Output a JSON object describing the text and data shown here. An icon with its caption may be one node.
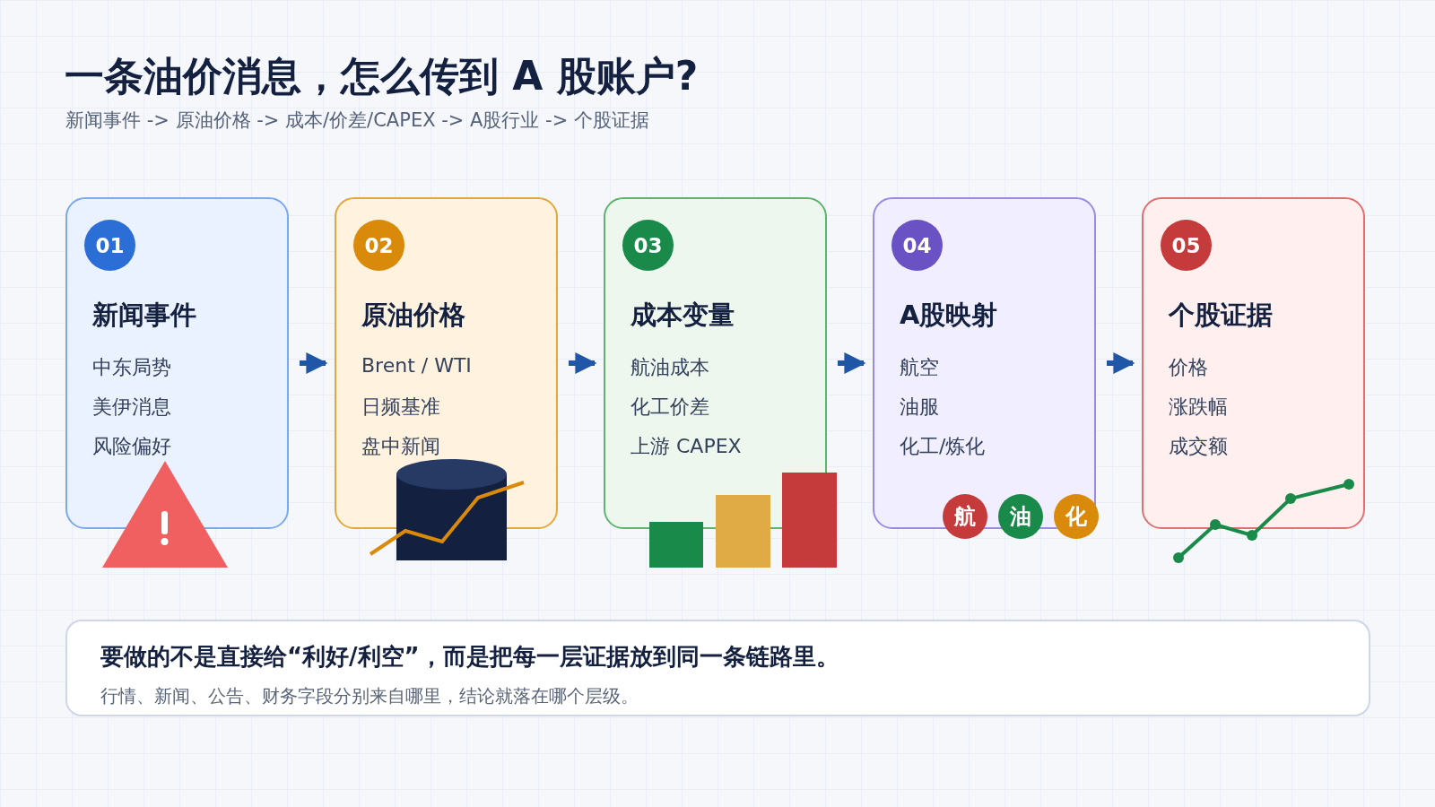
{
  "diagram": {
    "title": "一条油价消息，怎么传到 A 股账户?",
    "caption": "新闻事件 -> 原油价格 -> 成本/价差/CAPEX -> A股行业 -> 个股证据",
    "nodes": [
      {
        "text": [
          "01",
          "新闻事件",
          "中东局势",
          "美伊消息",
          "风险偏好"
        ]
      },
      {
        "text": [
          "02",
          "原油价格",
          "Brent / WTI",
          "日频基准",
          "盘中新闻"
        ]
      },
      {
        "text": [
          "03",
          "成本变量",
          "航油成本",
          "化工价差",
          "上游 CAPEX"
        ]
      },
      {
        "text": [
          "04",
          "A股映射",
          "航空",
          "油服",
          "化工/炼化"
        ]
      },
      {
        "text": [
          "05",
          "个股证据",
          "价格",
          "涨跌幅",
          "成交额"
        ]
      },
      {
        "text": [
          "航"
        ]
      },
      {
        "text": [
          "油"
        ]
      },
      {
        "text": [
          "化"
        ]
      },
      {
        "text": [
          "要做的不是直接给“利好/利空”，而是把每一层证据放到同一条链路里。",
          "行情、新闻、公告、财务字段分别来自哪里，结论就落在哪个层级。"
        ]
      }
    ],
    "edges": [
      {
        "from": 0,
        "to": 1,
        "arrow": "to"
      },
      {
        "from": 1,
        "to": 2,
        "arrow": "to"
      },
      {
        "from": 2,
        "to": 3,
        "arrow": "to"
      },
      {
        "from": 3,
        "to": 4,
        "arrow": "to"
      }
    ]
  }
}
